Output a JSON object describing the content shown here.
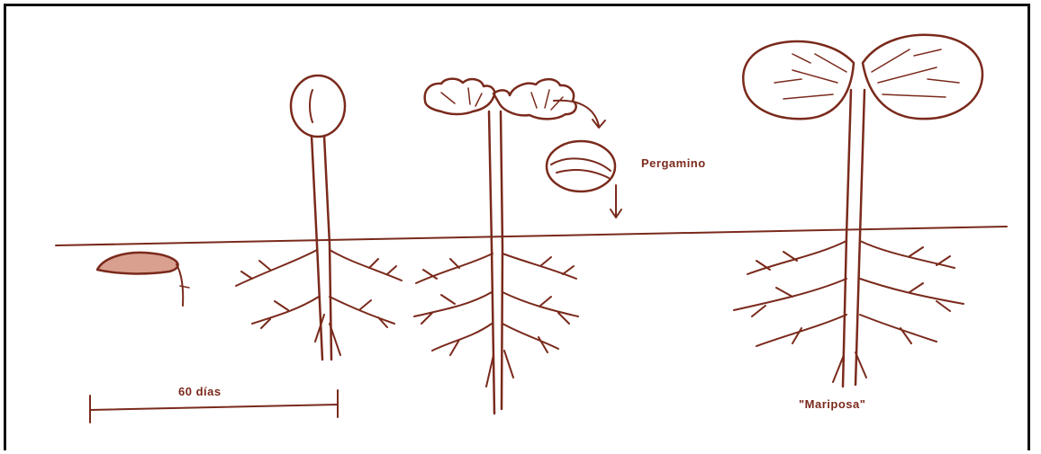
{
  "labels": {
    "duration": "60 días",
    "parchment": "Pergamino",
    "butterfly_stage": "\"Mariposa\""
  },
  "colors": {
    "ink": "#7a2a1c",
    "frame": "#111111",
    "seed_fill": "#d9a08f"
  },
  "stages": [
    "seed",
    "soldier",
    "leaf-opening",
    "butterfly"
  ]
}
